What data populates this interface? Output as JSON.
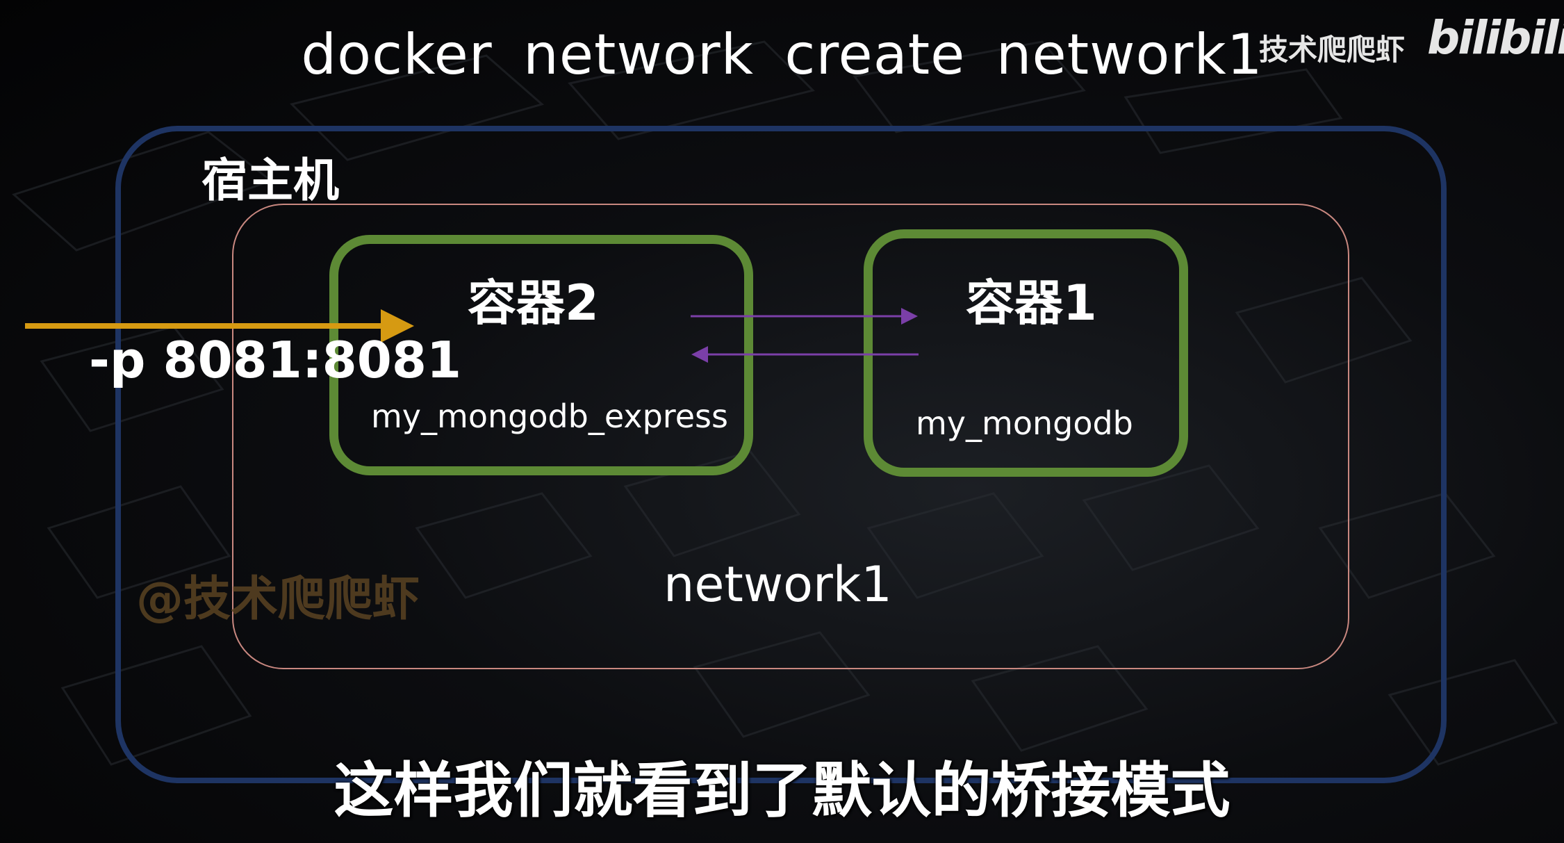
{
  "header": {
    "command": "docker network create network1",
    "brand_text": "技术爬爬虾",
    "brand_logo": "bilibili"
  },
  "diagram": {
    "host_label": "宿主机",
    "network_label": "network1",
    "containers": [
      {
        "title": "容器2",
        "name": "my_mongodb_express"
      },
      {
        "title": "容器1",
        "name": "my_mongodb"
      }
    ],
    "port_mapping": "-p 8081:8081",
    "colors": {
      "host_border": "#1e3463",
      "network_border": "#c98880",
      "container_border": "#5d8a35",
      "port_arrow": "#d69a12",
      "link_arrows": "#7b3fa8"
    }
  },
  "watermark": "@技术爬爬虾",
  "subtitle": "这样我们就看到了默认的桥接模式"
}
